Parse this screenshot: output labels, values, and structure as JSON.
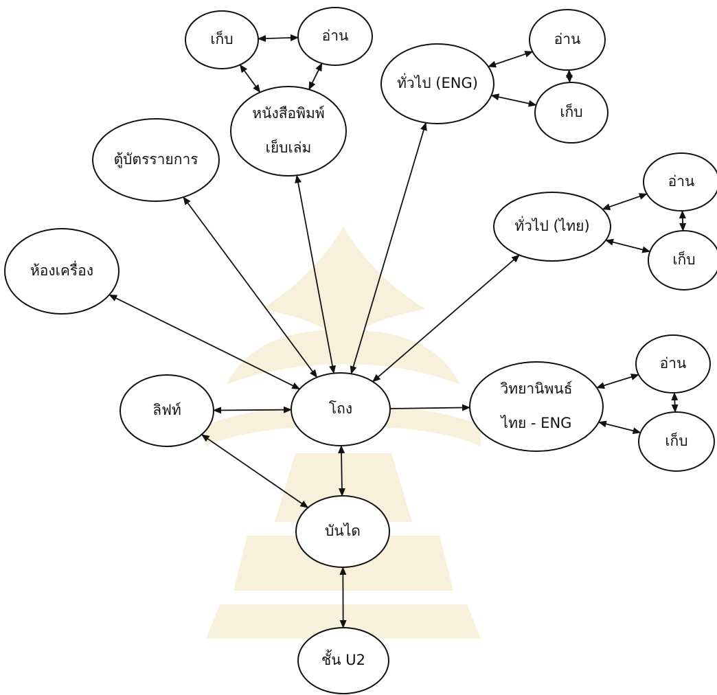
{
  "diagram": {
    "nodes": [
      {
        "id": "kep_top",
        "lines": [
          "เก็บ"
        ]
      },
      {
        "id": "an_top",
        "lines": [
          "อ่าน"
        ]
      },
      {
        "id": "nangsue",
        "lines": [
          "หนังสือพิมพ์",
          "เย็บเล่ม"
        ]
      },
      {
        "id": "tuapai_eng",
        "lines": [
          "ทั่วไป (ENG)"
        ]
      },
      {
        "id": "an_eng",
        "lines": [
          "อ่าน"
        ]
      },
      {
        "id": "kep_eng",
        "lines": [
          "เก็บ"
        ]
      },
      {
        "id": "tuu",
        "lines": [
          "ตู้บัตรรายการ"
        ]
      },
      {
        "id": "tuapai_thai",
        "lines": [
          "ทั่วไป (ไทย)"
        ]
      },
      {
        "id": "an_thai",
        "lines": [
          "อ่าน"
        ]
      },
      {
        "id": "kep_thai",
        "lines": [
          "เก็บ"
        ]
      },
      {
        "id": "hong",
        "lines": [
          "ห้องเครื่อง"
        ]
      },
      {
        "id": "tong",
        "lines": [
          "โถง"
        ]
      },
      {
        "id": "lift",
        "lines": [
          "ลิฟท์"
        ]
      },
      {
        "id": "witaya",
        "lines": [
          "วิทยานิพนธ์",
          "ไทย - ENG"
        ]
      },
      {
        "id": "an_wit",
        "lines": [
          "อ่าน"
        ]
      },
      {
        "id": "kep_wit",
        "lines": [
          "เก็บ"
        ]
      },
      {
        "id": "bandai",
        "lines": [
          "บันได"
        ]
      },
      {
        "id": "chan",
        "lines": [
          "ชั้น  U2"
        ]
      }
    ],
    "edges": [
      {
        "from": "kep_top",
        "to": "an_top",
        "direction": "both"
      },
      {
        "from": "kep_top",
        "to": "nangsue",
        "direction": "both"
      },
      {
        "from": "an_top",
        "to": "nangsue",
        "direction": "both"
      },
      {
        "from": "tuapai_eng",
        "to": "an_eng",
        "direction": "both"
      },
      {
        "from": "tuapai_eng",
        "to": "kep_eng",
        "direction": "both"
      },
      {
        "from": "an_eng",
        "to": "kep_eng",
        "direction": "both"
      },
      {
        "from": "tuapai_thai",
        "to": "an_thai",
        "direction": "both"
      },
      {
        "from": "tuapai_thai",
        "to": "kep_thai",
        "direction": "both"
      },
      {
        "from": "an_thai",
        "to": "kep_thai",
        "direction": "both"
      },
      {
        "from": "witaya",
        "to": "an_wit",
        "direction": "both"
      },
      {
        "from": "witaya",
        "to": "kep_wit",
        "direction": "both"
      },
      {
        "from": "an_wit",
        "to": "kep_wit",
        "direction": "both"
      },
      {
        "from": "tong",
        "to": "nangsue",
        "direction": "both"
      },
      {
        "from": "tong",
        "to": "tuapai_eng",
        "direction": "both"
      },
      {
        "from": "tong",
        "to": "tuu",
        "direction": "both"
      },
      {
        "from": "tong",
        "to": "tuapai_thai",
        "direction": "both"
      },
      {
        "from": "tong",
        "to": "hong",
        "direction": "both"
      },
      {
        "from": "tong",
        "to": "lift",
        "direction": "both"
      },
      {
        "from": "tong",
        "to": "witaya",
        "direction": "forward"
      },
      {
        "from": "tong",
        "to": "bandai",
        "direction": "both"
      },
      {
        "from": "lift",
        "to": "bandai",
        "direction": "both"
      },
      {
        "from": "bandai",
        "to": "chan",
        "direction": "both"
      }
    ]
  }
}
